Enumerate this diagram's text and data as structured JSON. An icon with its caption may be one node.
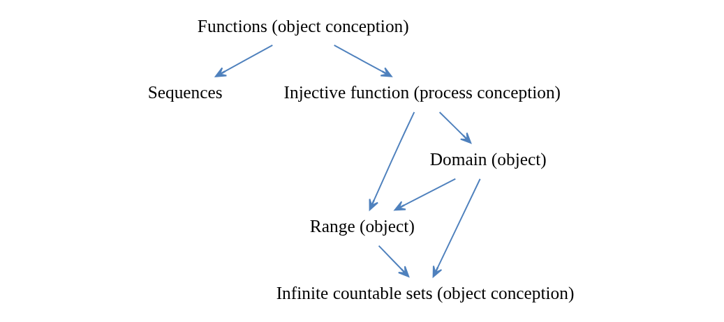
{
  "diagram": {
    "nodes": [
      {
        "text": [
          "Functions (object conception)"
        ]
      },
      {
        "text": [
          "Sequences"
        ]
      },
      {
        "text": [
          "Injective function (process conception)"
        ]
      },
      {
        "text": [
          "Domain (object)"
        ]
      },
      {
        "text": [
          "Range (object)"
        ]
      },
      {
        "text": [
          "Infinite countable sets (object conception)"
        ]
      }
    ],
    "edges": [
      {
        "from": 0,
        "to": 2,
        "arrow": "to"
      },
      {
        "from": 0,
        "to": 1,
        "arrow": "to"
      },
      {
        "from": 2,
        "to": 3,
        "arrow": "to"
      },
      {
        "from": 2,
        "to": 4,
        "arrow": "to"
      },
      {
        "from": 3,
        "to": 4,
        "arrow": "to"
      },
      {
        "from": 3,
        "to": 5,
        "arrow": "to"
      },
      {
        "from": 4,
        "to": 5,
        "arrow": "to"
      }
    ]
  }
}
